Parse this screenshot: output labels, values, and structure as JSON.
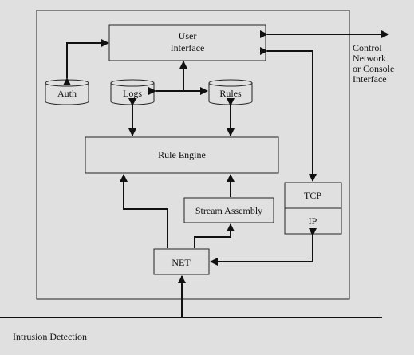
{
  "nodes": {
    "user_interface": [
      "User",
      "Interface"
    ],
    "auth": "Auth",
    "logs": "Logs",
    "rules": "Rules",
    "rule_engine": "Rule Engine",
    "stream_assembly": "Stream Assembly",
    "tcp": "TCP",
    "ip": "IP",
    "net": "NET"
  },
  "external_label": [
    "Control",
    "Network",
    "or Console",
    "Interface"
  ],
  "caption": "Intrusion Detection"
}
